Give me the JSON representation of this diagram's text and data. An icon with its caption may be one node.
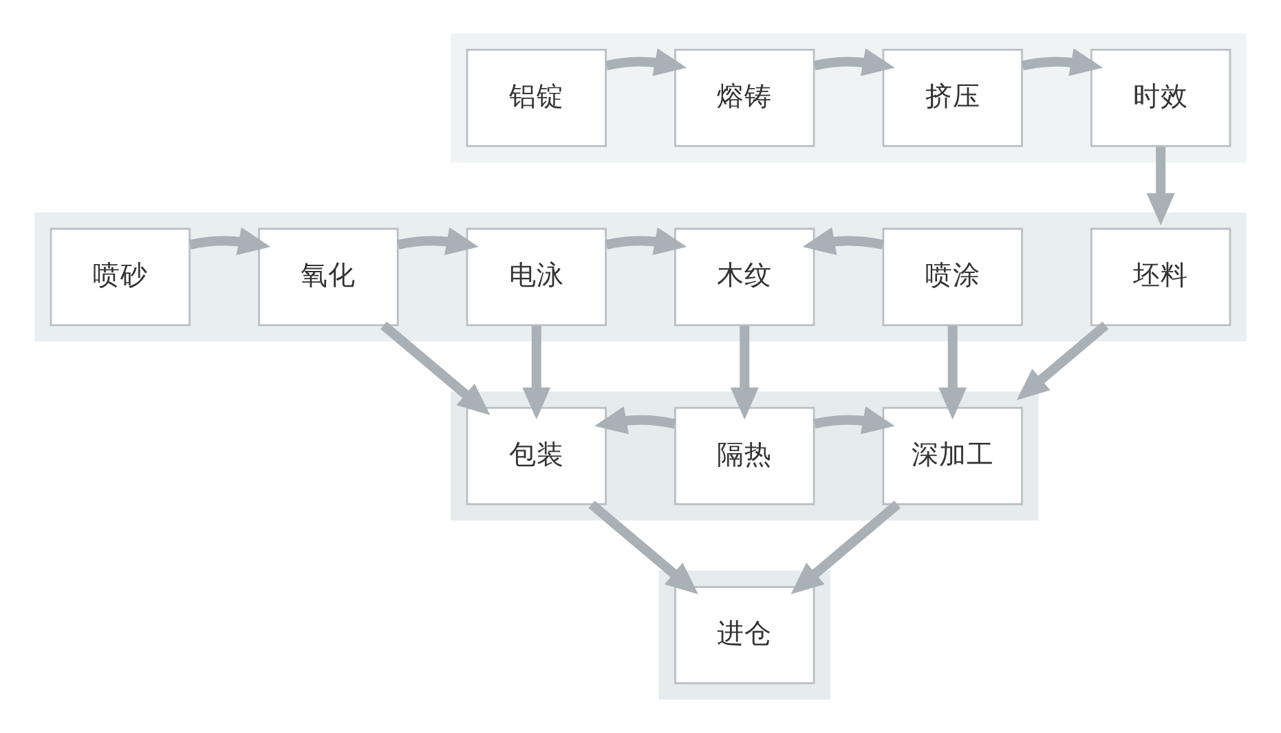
{
  "diagram": {
    "nodes": [
      {
        "text": [],
        "shape": "box"
      },
      {
        "text": [
          "铝锭"
        ],
        "in": 0
      },
      {
        "text": [
          "熔铸"
        ],
        "in": 0
      },
      {
        "text": [
          "挤压"
        ],
        "in": 0
      },
      {
        "text": [
          "时效"
        ],
        "in": 0
      },
      {
        "text": [],
        "shape": "box"
      },
      {
        "text": [
          "喷砂"
        ],
        "in": 5
      },
      {
        "text": [
          "氧化"
        ],
        "in": 5
      },
      {
        "text": [
          "电泳"
        ],
        "in": 5
      },
      {
        "text": [
          "木纹"
        ],
        "in": 5
      },
      {
        "text": [
          "喷涂"
        ],
        "in": 5
      },
      {
        "text": [
          "坯料"
        ],
        "in": 5
      },
      {
        "text": [],
        "shape": "box"
      },
      {
        "text": [
          "包装"
        ],
        "in": 12
      },
      {
        "text": [
          "隔热"
        ],
        "in": 12
      },
      {
        "text": [
          "深加工"
        ],
        "in": 12
      },
      {
        "text": [],
        "shape": "box"
      },
      {
        "text": [
          "进仓"
        ],
        "in": 16
      }
    ],
    "edges": [
      {
        "from": 1,
        "to": 2,
        "arrow": "to"
      },
      {
        "from": 2,
        "to": 3,
        "arrow": "to"
      },
      {
        "from": 3,
        "to": 4,
        "arrow": "to"
      },
      {
        "from": 4,
        "to": 5,
        "arrow": "to"
      },
      {
        "from": 6,
        "to": 7,
        "arrow": "to"
      },
      {
        "from": 7,
        "to": 8,
        "arrow": "to"
      },
      {
        "from": 8,
        "to": 9,
        "arrow": "to"
      },
      {
        "from": 10,
        "to": 9,
        "arrow": "to"
      },
      {
        "from": 7,
        "to": 13,
        "arrow": "to"
      },
      {
        "from": 8,
        "to": 13,
        "arrow": "to"
      },
      {
        "from": 9,
        "to": 14,
        "arrow": "to"
      },
      {
        "from": 10,
        "to": 15,
        "arrow": "to"
      },
      {
        "from": 11,
        "to": 12,
        "arrow": "to"
      },
      {
        "from": 14,
        "to": 13,
        "arrow": "to"
      },
      {
        "from": 14,
        "to": 15,
        "arrow": "to"
      },
      {
        "from": 13,
        "to": 17,
        "arrow": "to"
      },
      {
        "from": 15,
        "to": 17,
        "arrow": "to"
      }
    ]
  }
}
